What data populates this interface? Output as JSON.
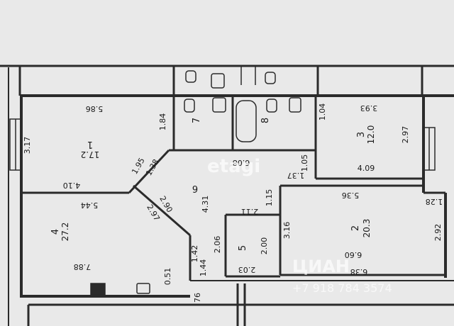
{
  "colors": {
    "paper": "#e9e9e9",
    "wall": "#2b2b2b",
    "text": "#1a1a1a"
  },
  "watermarks": {
    "left": "etagi",
    "right_brand": "ЦИАН",
    "right_phone": "+7 918 784 3574"
  },
  "rooms": {
    "r1": {
      "number": "1",
      "area": "17.2"
    },
    "r2": {
      "number": "2",
      "area": "20.3"
    },
    "r3": {
      "number": "3",
      "area": "12.0"
    },
    "r4": {
      "number": "4",
      "area": "27.2"
    },
    "r5": {
      "number": "5"
    },
    "r6": {
      "number": "6"
    },
    "r7": {
      "number": "7"
    },
    "r8": {
      "number": "8"
    }
  },
  "dims": {
    "d_586": "5.86",
    "d_184": "1.84",
    "d_317": "3.17",
    "d_410": "4.10",
    "d_195": "1.95",
    "d_138": "1.38",
    "d_544": "5.44",
    "d_290": "2.90",
    "d_297": "2.97",
    "d_788": "7.88",
    "d_051": "0.51",
    "d_142": "1.42",
    "d_144": "1.44",
    "d_76": "76",
    "d_431": "4.31",
    "d_206": "2.06",
    "d_211": "2.11",
    "d_115": "1.15",
    "d_203": "2.03",
    "d_200": "2.00",
    "d_316": "3.16",
    "d_608": "6.08",
    "d_105": "1.05",
    "d_137": "1.37",
    "d_104": "1.04",
    "d_393": "3.93",
    "d_409": "4.09",
    "d_536": "5.36",
    "d_128": "1.28",
    "d_292": "2.92",
    "d_660": "6.60",
    "d_638": "6.38"
  }
}
